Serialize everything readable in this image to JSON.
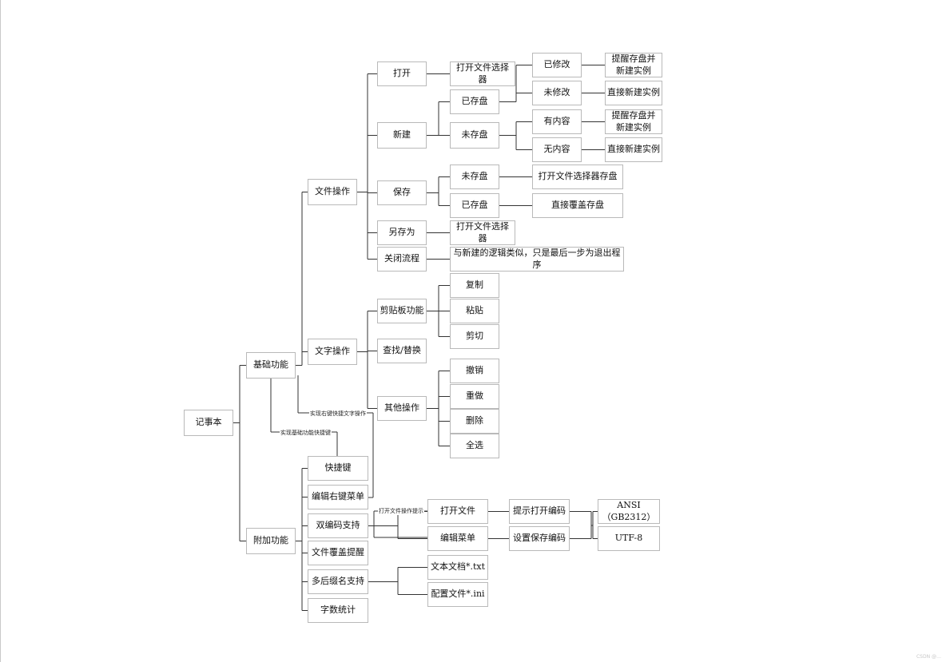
{
  "diagram": {
    "line_color": "#333333",
    "nodes": [
      {
        "id": "root",
        "label": "记事本"
      },
      {
        "id": "basic",
        "label": "基础功能"
      },
      {
        "id": "extra",
        "label": "附加功能"
      },
      {
        "id": "fileop",
        "label": "文件操作"
      },
      {
        "id": "textop",
        "label": "文字操作"
      },
      {
        "id": "open",
        "label": "打开"
      },
      {
        "id": "open-chooser",
        "label": "打开文件选择器"
      },
      {
        "id": "new",
        "label": "新建"
      },
      {
        "id": "new-saved",
        "label": "已存盘"
      },
      {
        "id": "new-unsaved",
        "label": "未存盘"
      },
      {
        "id": "modified",
        "label": "已修改"
      },
      {
        "id": "unmodified",
        "label": "未修改"
      },
      {
        "id": "has-content",
        "label": "有内容"
      },
      {
        "id": "no-content",
        "label": "无内容"
      },
      {
        "id": "remind-1",
        "label": "提醒存盘并\n新建实例"
      },
      {
        "id": "direct-new-1",
        "label": "直接新建实例"
      },
      {
        "id": "remind-2",
        "label": "提醒存盘并\n新建实例"
      },
      {
        "id": "direct-new-2",
        "label": "直接新建实例"
      },
      {
        "id": "save",
        "label": "保存"
      },
      {
        "id": "save-unsaved",
        "label": "未存盘"
      },
      {
        "id": "save-saved",
        "label": "已存盘"
      },
      {
        "id": "save-chooser",
        "label": "打开文件选择器存盘"
      },
      {
        "id": "overwrite",
        "label": "直接覆盖存盘"
      },
      {
        "id": "saveas",
        "label": "另存为"
      },
      {
        "id": "saveas-chooser",
        "label": "打开文件选择器"
      },
      {
        "id": "close",
        "label": "关闭流程"
      },
      {
        "id": "close-desc",
        "label": "与新建的逻辑类似，只是最后一步为退出程序"
      },
      {
        "id": "clipboard",
        "label": "剪贴板功能"
      },
      {
        "id": "copy",
        "label": "复制"
      },
      {
        "id": "paste",
        "label": "粘贴"
      },
      {
        "id": "cut",
        "label": "剪切"
      },
      {
        "id": "find",
        "label": "查找/替换"
      },
      {
        "id": "other",
        "label": "其他操作"
      },
      {
        "id": "undo",
        "label": "撤销"
      },
      {
        "id": "redo",
        "label": "重做"
      },
      {
        "id": "delete",
        "label": "删除"
      },
      {
        "id": "selectall",
        "label": "全选"
      },
      {
        "id": "shortcut",
        "label": "快捷键"
      },
      {
        "id": "context-menu",
        "label": "编辑右键菜单"
      },
      {
        "id": "dual-enc",
        "label": "双编码支持"
      },
      {
        "id": "overwrite-remind",
        "label": "文件覆盖提醒"
      },
      {
        "id": "multi-ext",
        "label": "多后缀名支持"
      },
      {
        "id": "wordcount",
        "label": "字数统计"
      },
      {
        "id": "open-file",
        "label": "打开文件"
      },
      {
        "id": "edit-menu",
        "label": "编辑菜单"
      },
      {
        "id": "prompt-enc",
        "label": "提示打开编码"
      },
      {
        "id": "set-enc",
        "label": "设置保存编码"
      },
      {
        "id": "ansi",
        "label": "ANSI（GB2312）"
      },
      {
        "id": "utf8",
        "label": "UTF-8"
      },
      {
        "id": "txt",
        "label": "文本文档*.txt"
      },
      {
        "id": "ini",
        "label": "配置文件*.ini"
      }
    ],
    "notes": [
      {
        "id": "note-rightclick",
        "label": "实现右键快捷文字操作"
      },
      {
        "id": "note-shortcut",
        "label": "实现基础功能快捷键"
      },
      {
        "id": "note-openfile",
        "label": "打开文件操作提示"
      }
    ],
    "edges": [
      [
        "root",
        "basic"
      ],
      [
        "root",
        "extra"
      ],
      [
        "basic",
        "fileop"
      ],
      [
        "basic",
        "textop"
      ],
      [
        "fileop",
        "open"
      ],
      [
        "fileop",
        "new"
      ],
      [
        "fileop",
        "save"
      ],
      [
        "fileop",
        "saveas"
      ],
      [
        "fileop",
        "close"
      ],
      [
        "open",
        "open-chooser"
      ],
      [
        "new",
        "new-saved"
      ],
      [
        "new",
        "new-unsaved"
      ],
      [
        "new-saved",
        "modified"
      ],
      [
        "new-saved",
        "unmodified"
      ],
      [
        "new-unsaved",
        "has-content"
      ],
      [
        "new-unsaved",
        "no-content"
      ],
      [
        "modified",
        "remind-1"
      ],
      [
        "unmodified",
        "direct-new-1"
      ],
      [
        "has-content",
        "remind-2"
      ],
      [
        "no-content",
        "direct-new-2"
      ],
      [
        "save",
        "save-unsaved"
      ],
      [
        "save",
        "save-saved"
      ],
      [
        "save-unsaved",
        "save-chooser"
      ],
      [
        "save-saved",
        "overwrite"
      ],
      [
        "saveas",
        "saveas-chooser"
      ],
      [
        "close",
        "close-desc"
      ],
      [
        "textop",
        "clipboard"
      ],
      [
        "textop",
        "find"
      ],
      [
        "textop",
        "other"
      ],
      [
        "clipboard",
        "copy"
      ],
      [
        "clipboard",
        "paste"
      ],
      [
        "clipboard",
        "cut"
      ],
      [
        "other",
        "undo"
      ],
      [
        "other",
        "redo"
      ],
      [
        "other",
        "delete"
      ],
      [
        "other",
        "selectall"
      ],
      [
        "extra",
        "shortcut"
      ],
      [
        "extra",
        "context-menu"
      ],
      [
        "extra",
        "dual-enc"
      ],
      [
        "extra",
        "overwrite-remind"
      ],
      [
        "extra",
        "multi-ext"
      ],
      [
        "extra",
        "wordcount"
      ],
      [
        "dual-enc",
        "open-file"
      ],
      [
        "dual-enc",
        "edit-menu"
      ],
      [
        "open-file",
        "prompt-enc"
      ],
      [
        "edit-menu",
        "set-enc"
      ],
      [
        "prompt-enc",
        "ansi"
      ],
      [
        "prompt-enc",
        "utf8"
      ],
      [
        "set-enc",
        "ansi"
      ],
      [
        "set-enc",
        "utf8"
      ],
      [
        "multi-ext",
        "txt"
      ],
      [
        "multi-ext",
        "ini"
      ]
    ]
  },
  "watermark": "CSDN @…"
}
